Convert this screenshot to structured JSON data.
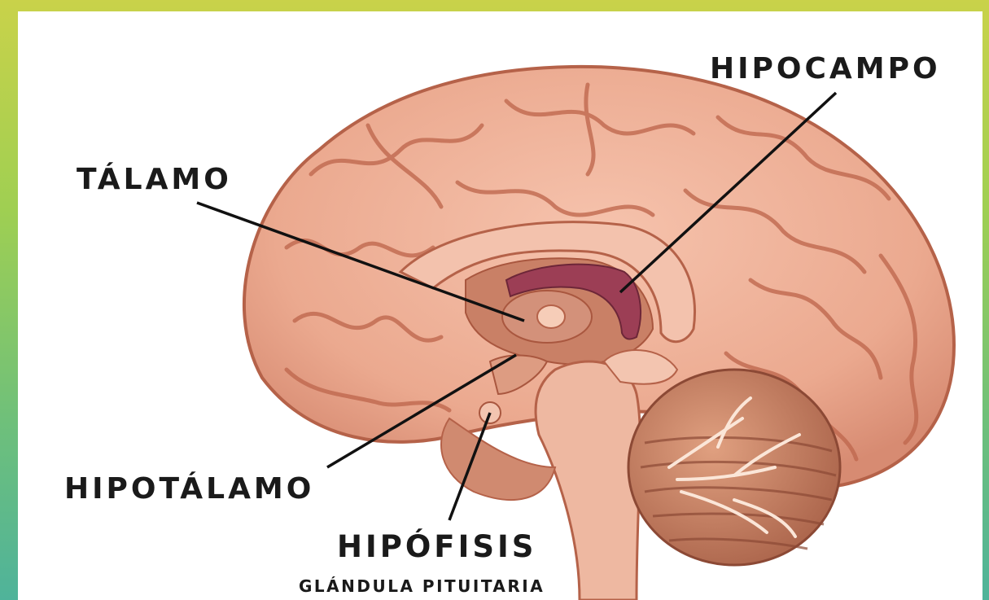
{
  "colors": {
    "frame_top": "#c9d24a",
    "frame_bottom": "#4fb39a",
    "brain_fill": "#ecad94",
    "brain_stroke": "#b56249",
    "hippocampus": "#9c3e55",
    "cerebellum": "#c98266",
    "leader_line": "#111111"
  },
  "labels": {
    "hipocampo": "HIPOCAMPO",
    "talamo": "TÁLAMO",
    "hipotalamo": "HIPOTÁLAMO",
    "hipofisis": "HIPÓFISIS",
    "glandula": "GLÁNDULA PITUITARIA"
  }
}
